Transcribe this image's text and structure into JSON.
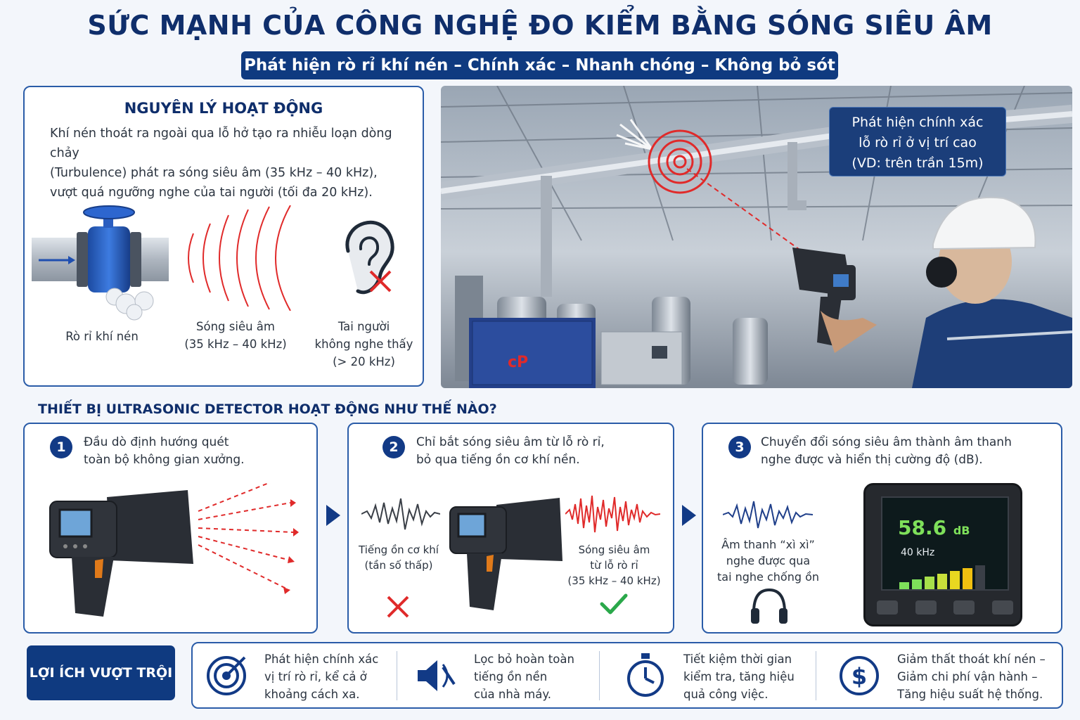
{
  "header": {
    "title": "SỨC MẠNH CỦA CÔNG NGHỆ ĐO KIỂM BẰNG SÓNG SIÊU ÂM",
    "subtitle": "Phát hiện rò rỉ khí nén – Chính xác – Nhanh chóng – Không bỏ sót"
  },
  "principle": {
    "title": "NGUYÊN LÝ HOẠT ĐỘNG",
    "lines": [
      "Khí nén thoát ra ngoài qua lỗ hở tạo ra nhiễu loạn dòng chảy",
      "(Turbulence) phát ra sóng siêu âm (35 kHz – 40 kHz),",
      "vượt quá ngưỡng nghe của tai người (tối đa 20 kHz)."
    ],
    "leak_caption": "Rò rỉ khí nén",
    "wave_caption": [
      "Sóng siêu âm",
      "(35 kHz – 40 kHz)"
    ],
    "ear_caption": [
      "Tai người",
      "không nghe thấy",
      "(> 20 kHz)"
    ]
  },
  "photo": {
    "callout": [
      "Phát hiện chính xác",
      "lỗ rò rỉ ở vị trí cao",
      "(VD: trên trần 15m)"
    ]
  },
  "how": {
    "title": "THIẾT BỊ ULTRASONIC DETECTOR HOẠT ĐỘNG NHƯ THẾ NÀO?",
    "steps": [
      {
        "num": "1",
        "lines": [
          "Đầu dò định hướng quét",
          "toàn bộ không gian xưởng."
        ]
      },
      {
        "num": "2",
        "lines": [
          "Chỉ bắt sóng siêu âm từ lỗ rò rỉ,",
          "bỏ qua tiếng ồn cơ khí nền."
        ],
        "noise_caption": [
          "Tiếng ồn cơ khí",
          "(tần số thấp)"
        ],
        "ultra_caption": [
          "Sóng siêu âm",
          "từ lỗ rò rỉ",
          "(35 kHz – 40 kHz)"
        ]
      },
      {
        "num": "3",
        "lines": [
          "Chuyển đổi sóng siêu âm thành âm thanh",
          "nghe được và hiển thị cường độ (dB)."
        ],
        "audio_caption": [
          "Âm thanh “xì xì”",
          "nghe được qua",
          "tai nghe chống ồn"
        ],
        "display": {
          "reading": "58.6",
          "unit": "dB",
          "freq": "40 kHz",
          "level": 0.8
        }
      }
    ]
  },
  "benefits": {
    "label": "LỢI ÍCH VƯỢT TRỘI",
    "items": [
      {
        "icon": "target-icon",
        "lines": [
          "Phát hiện chính xác",
          "vị trí rò rỉ, kể cả ở",
          "khoảng cách xa."
        ]
      },
      {
        "icon": "mute-speaker-icon",
        "lines": [
          "Lọc bỏ hoàn toàn",
          "tiếng ồn nền",
          "của nhà máy."
        ]
      },
      {
        "icon": "stopwatch-icon",
        "lines": [
          "Tiết kiệm thời gian",
          "kiểm tra, tăng hiệu",
          "quả công việc."
        ]
      },
      {
        "icon": "dollar-coin-icon",
        "lines": [
          "Giảm thất thoát khí nén –",
          "Giảm chi phí vận hành –",
          "Tăng hiệu suất hệ thống."
        ]
      }
    ]
  },
  "colors": {
    "navy": "#0f3a80",
    "title": "#0f2e6b",
    "red": "#e02a2a",
    "green": "#2aa84a",
    "lcd_green": "#7ee05a"
  }
}
